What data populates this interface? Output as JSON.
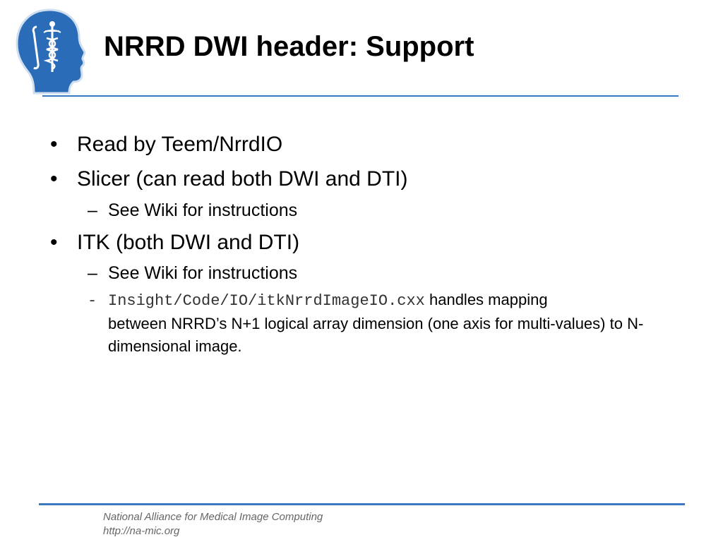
{
  "slide": {
    "title": "NRRD DWI header: Support",
    "bullets": [
      {
        "marker": "•",
        "text": "Read by Teem/NrrdIO"
      },
      {
        "marker": "•",
        "text": "Slicer (can read both DWI and DTI)"
      },
      {
        "marker": "–",
        "text": "See Wiki for instructions"
      },
      {
        "marker": "•",
        "text": "ITK (both DWI and DTI)"
      },
      {
        "marker": "–",
        "text": "See Wiki for instructions"
      }
    ],
    "code_item": {
      "marker": "-",
      "code": "Insight/Code/IO/itkNrrdImageIO.cxx",
      "text_line1": " handles mapping",
      "text_rest": "between NRRD’s N+1 logical array dimension (one axis for multi-values) to N-dimensional image."
    }
  },
  "footer": {
    "org": "National Alliance for Medical Image Computing",
    "url": "http://na-mic.org"
  },
  "colors": {
    "accent": "#3a78c2",
    "logo_blue": "#2b6cb8"
  },
  "logo": {
    "icon": "na-mic-head-caduceus-logo"
  }
}
